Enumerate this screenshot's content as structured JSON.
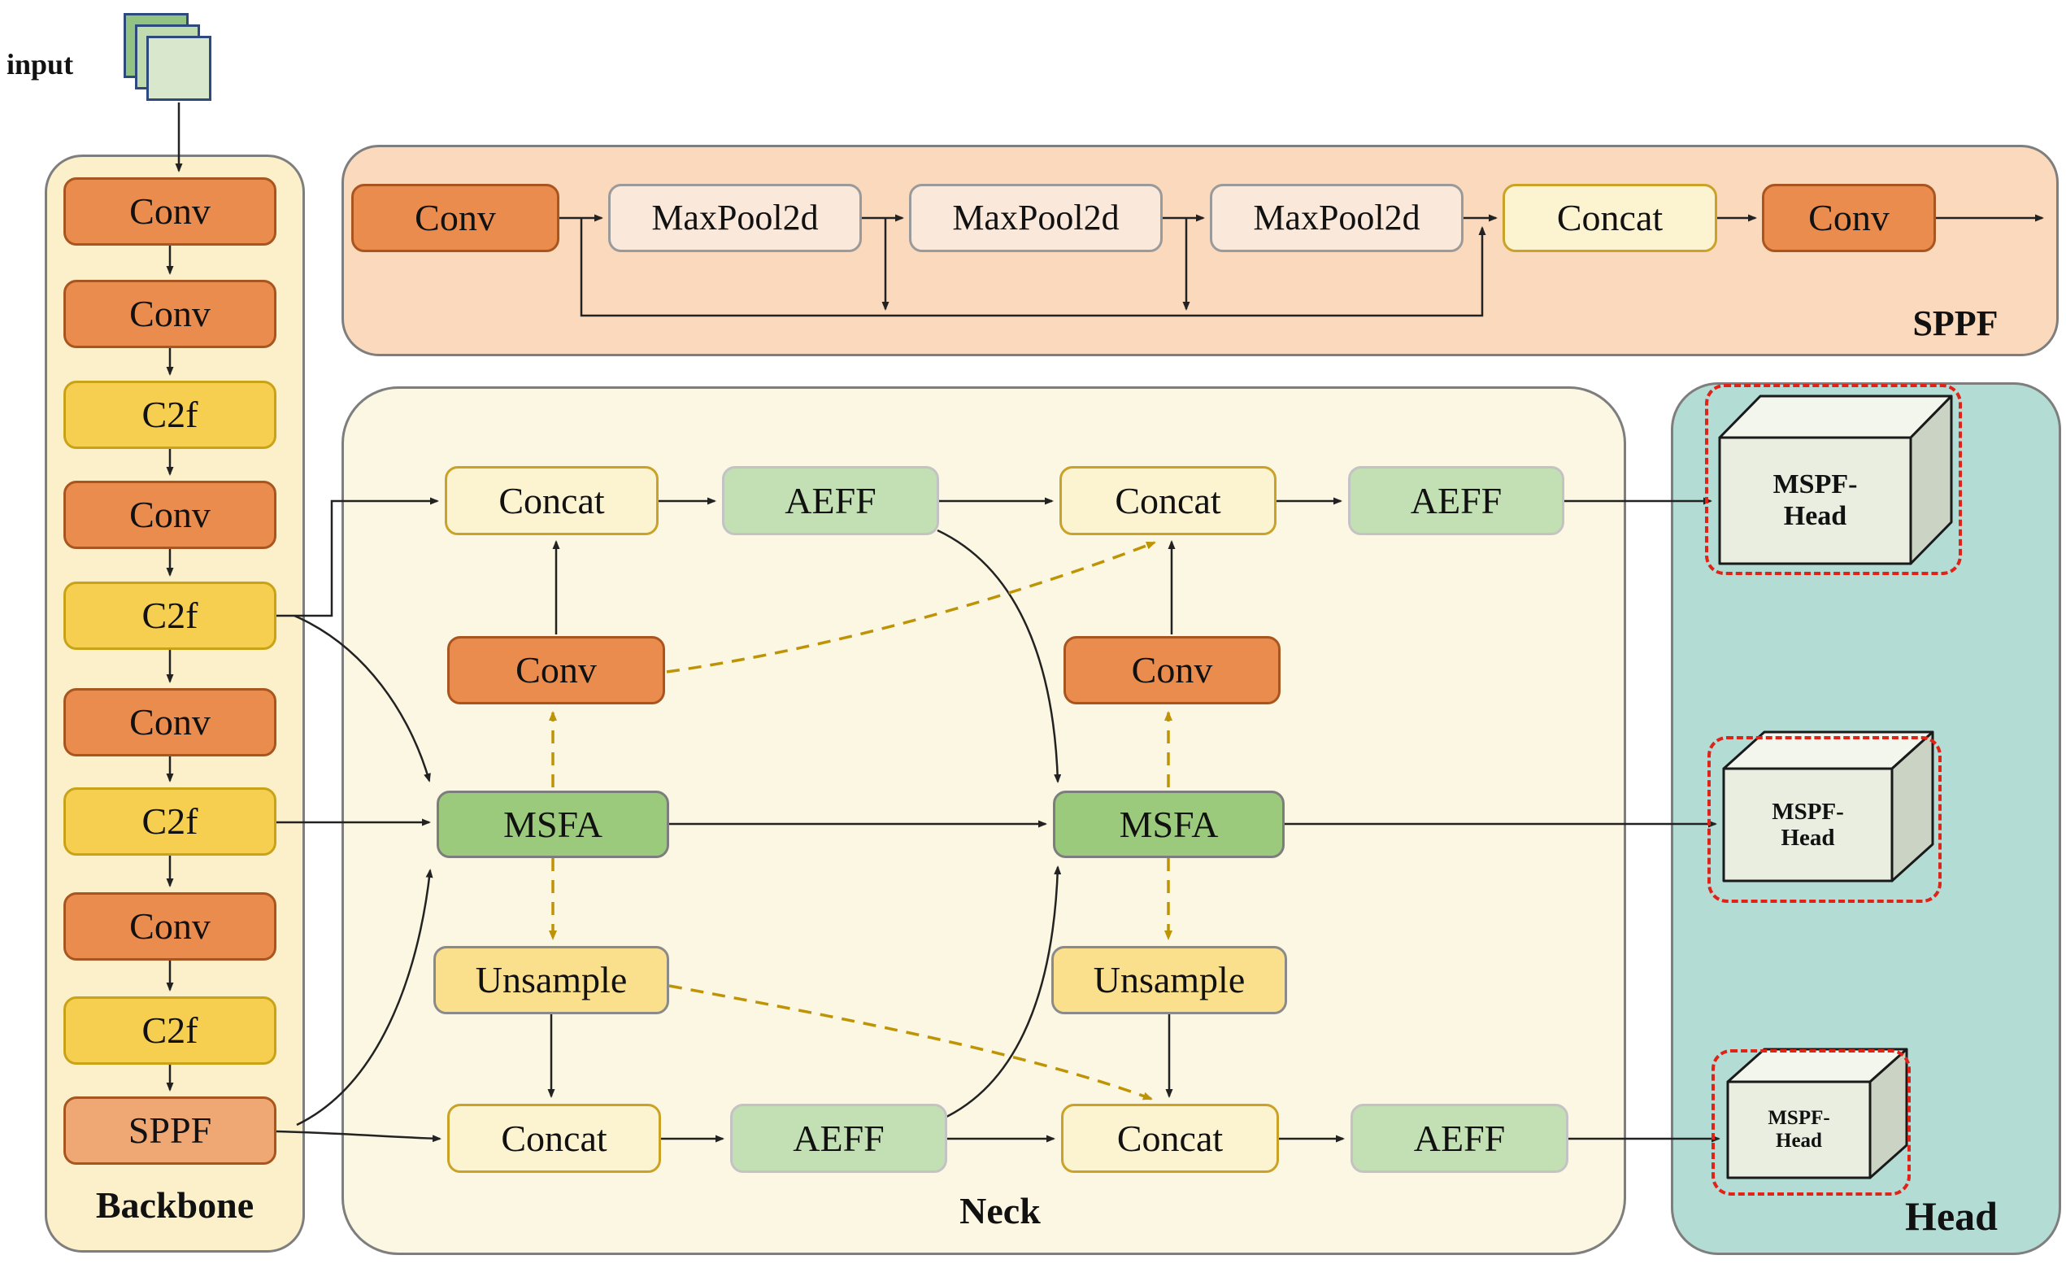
{
  "input_label": "input",
  "backbone": {
    "label": "Backbone",
    "blocks": [
      "Conv",
      "Conv",
      "C2f",
      "Conv",
      "C2f",
      "Conv",
      "C2f",
      "Conv",
      "C2f",
      "SPPF"
    ]
  },
  "sppf": {
    "label": "SPPF",
    "blocks": [
      "Conv",
      "MaxPool2d",
      "MaxPool2d",
      "MaxPool2d",
      "Concat",
      "Conv"
    ]
  },
  "neck": {
    "label": "Neck",
    "blocks": {
      "concat_tl": "Concat",
      "aeff_tl": "AEFF",
      "concat_tr": "Concat",
      "aeff_tr": "AEFF",
      "conv_left": "Conv",
      "conv_right": "Conv",
      "msfa_left": "MSFA",
      "msfa_right": "MSFA",
      "unsample_left": "Unsample",
      "unsample_right": "Unsample",
      "concat_bl": "Concat",
      "aeff_bl": "AEFF",
      "concat_br": "Concat",
      "aeff_br": "AEFF"
    }
  },
  "head": {
    "label": "Head",
    "units": [
      {
        "line1": "MSPF-",
        "line2": "Head"
      },
      {
        "line1": "MSPF-",
        "line2": "Head"
      },
      {
        "line1": "MSPF-",
        "line2": "Head"
      }
    ]
  },
  "colors": {
    "conv_fill": "#EA8C4D",
    "conv_border": "#A85520",
    "c2f_fill": "#F6CF50",
    "c2f_border": "#C9A317",
    "sppf_block_fill": "#EFA873",
    "maxpool_fill": "#FAE8DB",
    "concat_fill": "#FCF3D1",
    "concat_border": "#C9A227",
    "aeff_fill": "#C3DFB4",
    "msfa_fill": "#9BCA7C",
    "unsample_fill": "#FAE08D",
    "backbone_panel": "#FBF0C9",
    "sppf_panel": "#FBD9BD",
    "neck_panel": "#FCF7E2",
    "head_panel": "#B3DCD4",
    "solid_connector": "#222222",
    "dashed_connector": "#BE9406",
    "head_outline_dashed": "#E02318"
  }
}
